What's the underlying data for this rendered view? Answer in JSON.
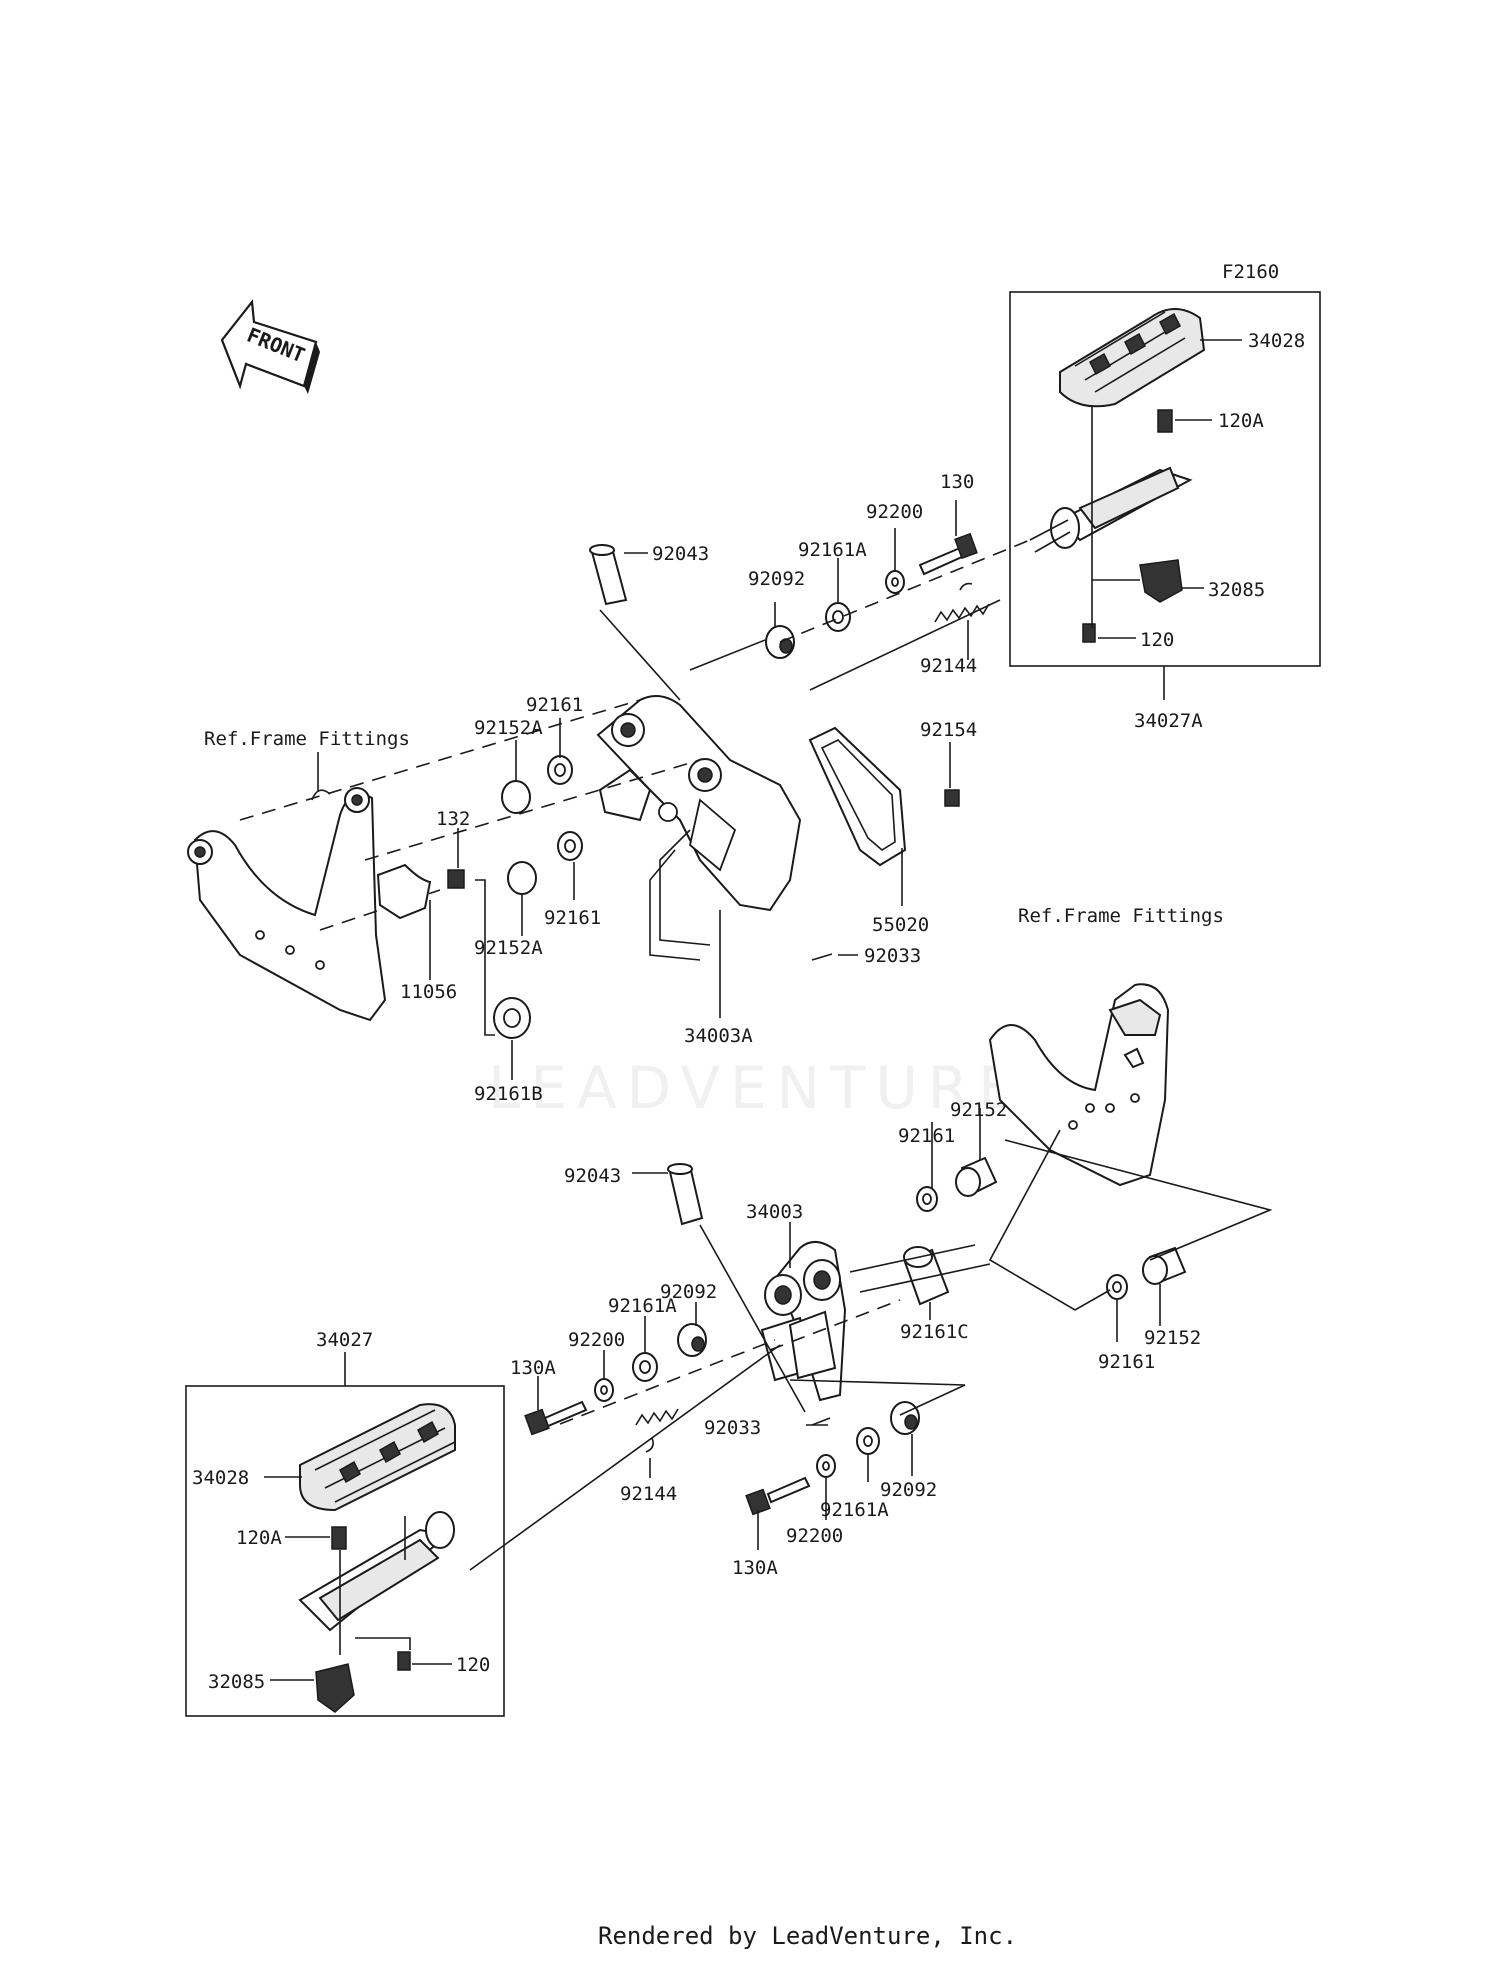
{
  "diagram_code": "F2160",
  "front_label": "FRONT",
  "watermark": "LEADVENTURE",
  "footer": "Rendered by LeadVenture, Inc.",
  "callouts": {
    "u34028": "34028",
    "u120A": "120A",
    "u32085": "32085",
    "u120": "120",
    "u34027A": "34027A",
    "u130": "130",
    "u92200": "92200",
    "u92161A": "92161A",
    "u92092": "92092",
    "u92043": "92043",
    "u92144": "92144",
    "u92161": "92161",
    "u92152A_top": "92152A",
    "u92154": "92154",
    "u55020": "55020",
    "u92033": "92033",
    "u34003A": "34003A",
    "u92161_low": "92161",
    "u92152A_low": "92152A",
    "u132": "132",
    "u11056": "11056",
    "u92161B": "92161B",
    "ref_left": "Ref.Frame Fittings",
    "ref_right": "Ref.Frame Fittings",
    "l92043": "92043",
    "l34003": "34003",
    "l92161": "92161",
    "l92152": "92152",
    "l92092": "92092",
    "l92161A": "92161A",
    "l92200": "92200",
    "l130A": "130A",
    "l92161C": "92161C",
    "l92152_r": "92152",
    "l92161_r": "92161",
    "l92033": "92033",
    "l92144": "92144",
    "l92092_b": "92092",
    "l92161A_b": "92161A",
    "l92200_b": "92200",
    "l130A_b": "130A",
    "l34027": "34027",
    "l34028": "34028",
    "l120A": "120A",
    "l32085": "32085",
    "l120": "120"
  }
}
